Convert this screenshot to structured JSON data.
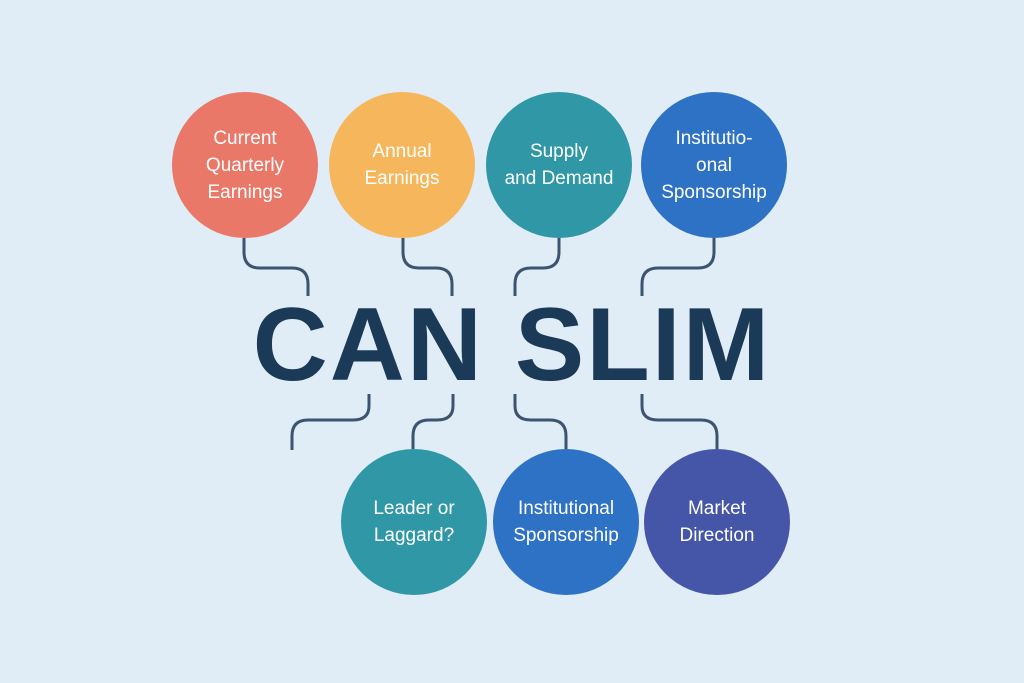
{
  "diagram": {
    "title": "CAN SLIM",
    "background_color": "#e0edf7",
    "title_color": "#1b3a57",
    "connector_color": "#3d5470",
    "top_nodes": [
      {
        "label": "Current\nQuarterly\nEarnings",
        "color": "#ea7869"
      },
      {
        "label": "Annual\nEarnings",
        "color": "#f6b65c"
      },
      {
        "label": "Supply\nand Demand",
        "color": "#3097a6"
      },
      {
        "label": "Institutio-\nonal\nSponsorship",
        "color": "#2d72c4"
      }
    ],
    "bottom_nodes": [
      {
        "label": "Leader or\nLaggard?",
        "color": "#3097a6"
      },
      {
        "label": "Institutional\nSponsorship",
        "color": "#2d72c4"
      },
      {
        "label": "Market\nDirection",
        "color": "#4556a8"
      }
    ]
  }
}
